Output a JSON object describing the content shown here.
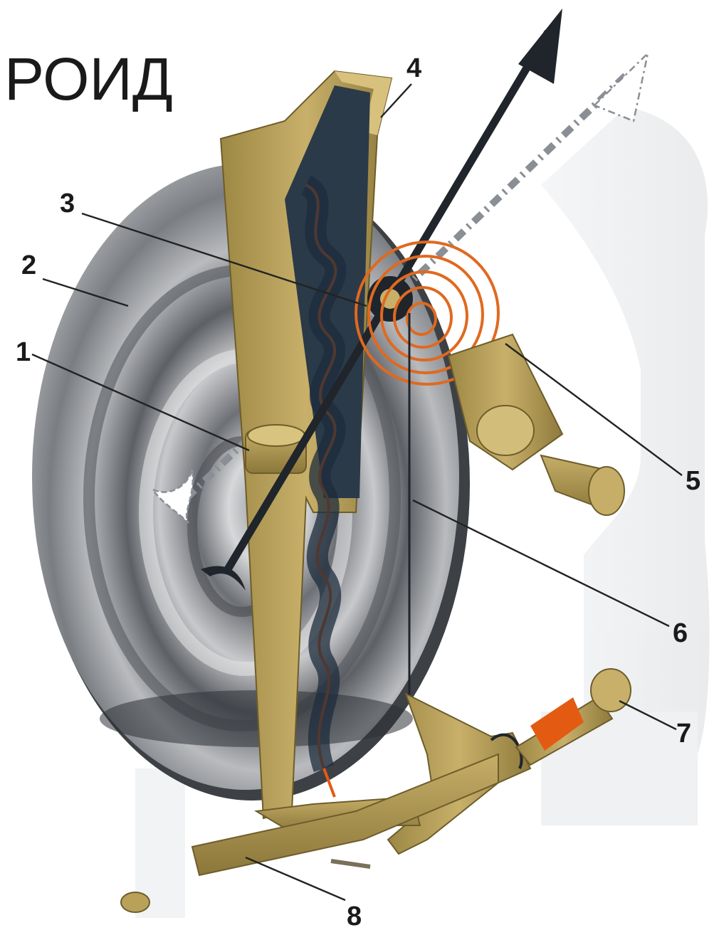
{
  "diagram": {
    "title_fragment": "РОИД",
    "callouts": [
      {
        "id": "1",
        "label": "1"
      },
      {
        "id": "2",
        "label": "2"
      },
      {
        "id": "3",
        "label": "3"
      },
      {
        "id": "4",
        "label": "4"
      },
      {
        "id": "5",
        "label": "5"
      },
      {
        "id": "6",
        "label": "6"
      },
      {
        "id": "7",
        "label": "7"
      },
      {
        "id": "8",
        "label": "8"
      }
    ],
    "colors": {
      "background": "#ffffff",
      "diaphragm_light": "#c9c9c9",
      "diaphragm_dark": "#5e6166",
      "brass": "#b9a15a",
      "brass_dark": "#7c6a33",
      "spring": "#e0691f",
      "pointer": "#20252b",
      "hatch_orange": "#e35b12"
    },
    "icons": [
      "diaphragm-box",
      "brass-frame",
      "pointer-arrow",
      "hairspring",
      "chain",
      "adjusting-screw",
      "lever",
      "ghost-pointer"
    ]
  }
}
